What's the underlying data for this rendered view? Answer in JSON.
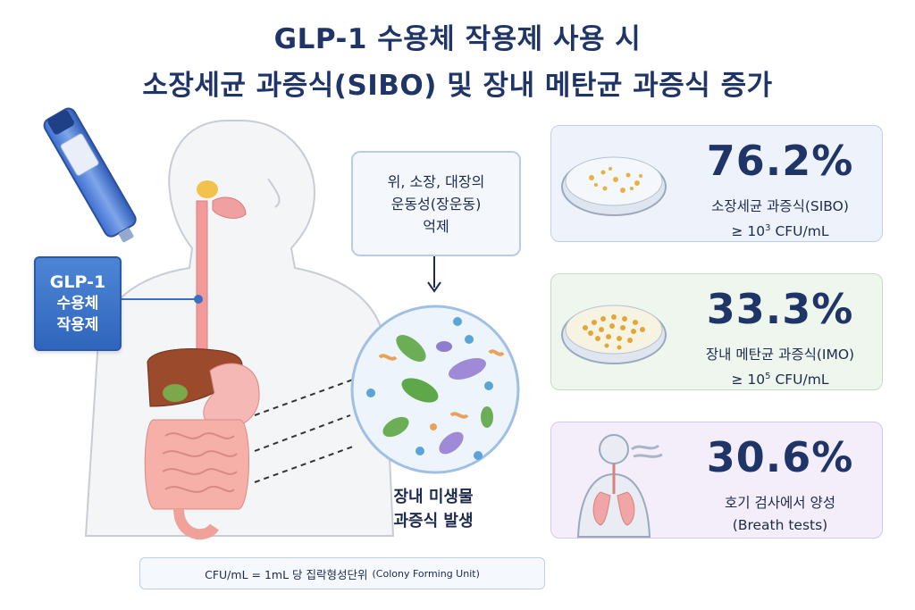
{
  "title": {
    "line1": "GLP-1 수용체 작용제 사용 시",
    "line2": "소장세균 과증식(SIBO) 및 장내 메탄균 과증식 증가"
  },
  "glp_label": {
    "l1": "GLP-1",
    "l2": "수용체",
    "l3": "작용제"
  },
  "motility": {
    "l1": "위, 소장, 대장의",
    "l2": "운동성(장운동)",
    "l3": "억제"
  },
  "overgrowth": {
    "l1": "장내 미생물",
    "l2": "과증식 발생"
  },
  "footnote": {
    "main": "CFU/mL = 1mL 당 집락형성단위",
    "paren": "(Colony Forming Unit)"
  },
  "stats": [
    {
      "value": "76.2%",
      "label": "소장세균 과증식(SIBO)",
      "thr_pre": "≥ 10",
      "thr_exp": "3",
      "thr_post": " CFU/mL"
    },
    {
      "value": "33.3%",
      "label": "장내 메탄균 과증식(IMO)",
      "thr_pre": "≥ 10",
      "thr_exp": "5",
      "thr_post": " CFU/mL"
    },
    {
      "value": "30.6%",
      "label": "호기 검사에서 양성",
      "thr": "(Breath tests)"
    }
  ],
  "colors": {
    "title": "#1f3568",
    "glp_badge": "#2f66bd",
    "card_sibo": "#eef3fb",
    "card_imo": "#eef6ee",
    "card_breath": "#f3eefa"
  }
}
